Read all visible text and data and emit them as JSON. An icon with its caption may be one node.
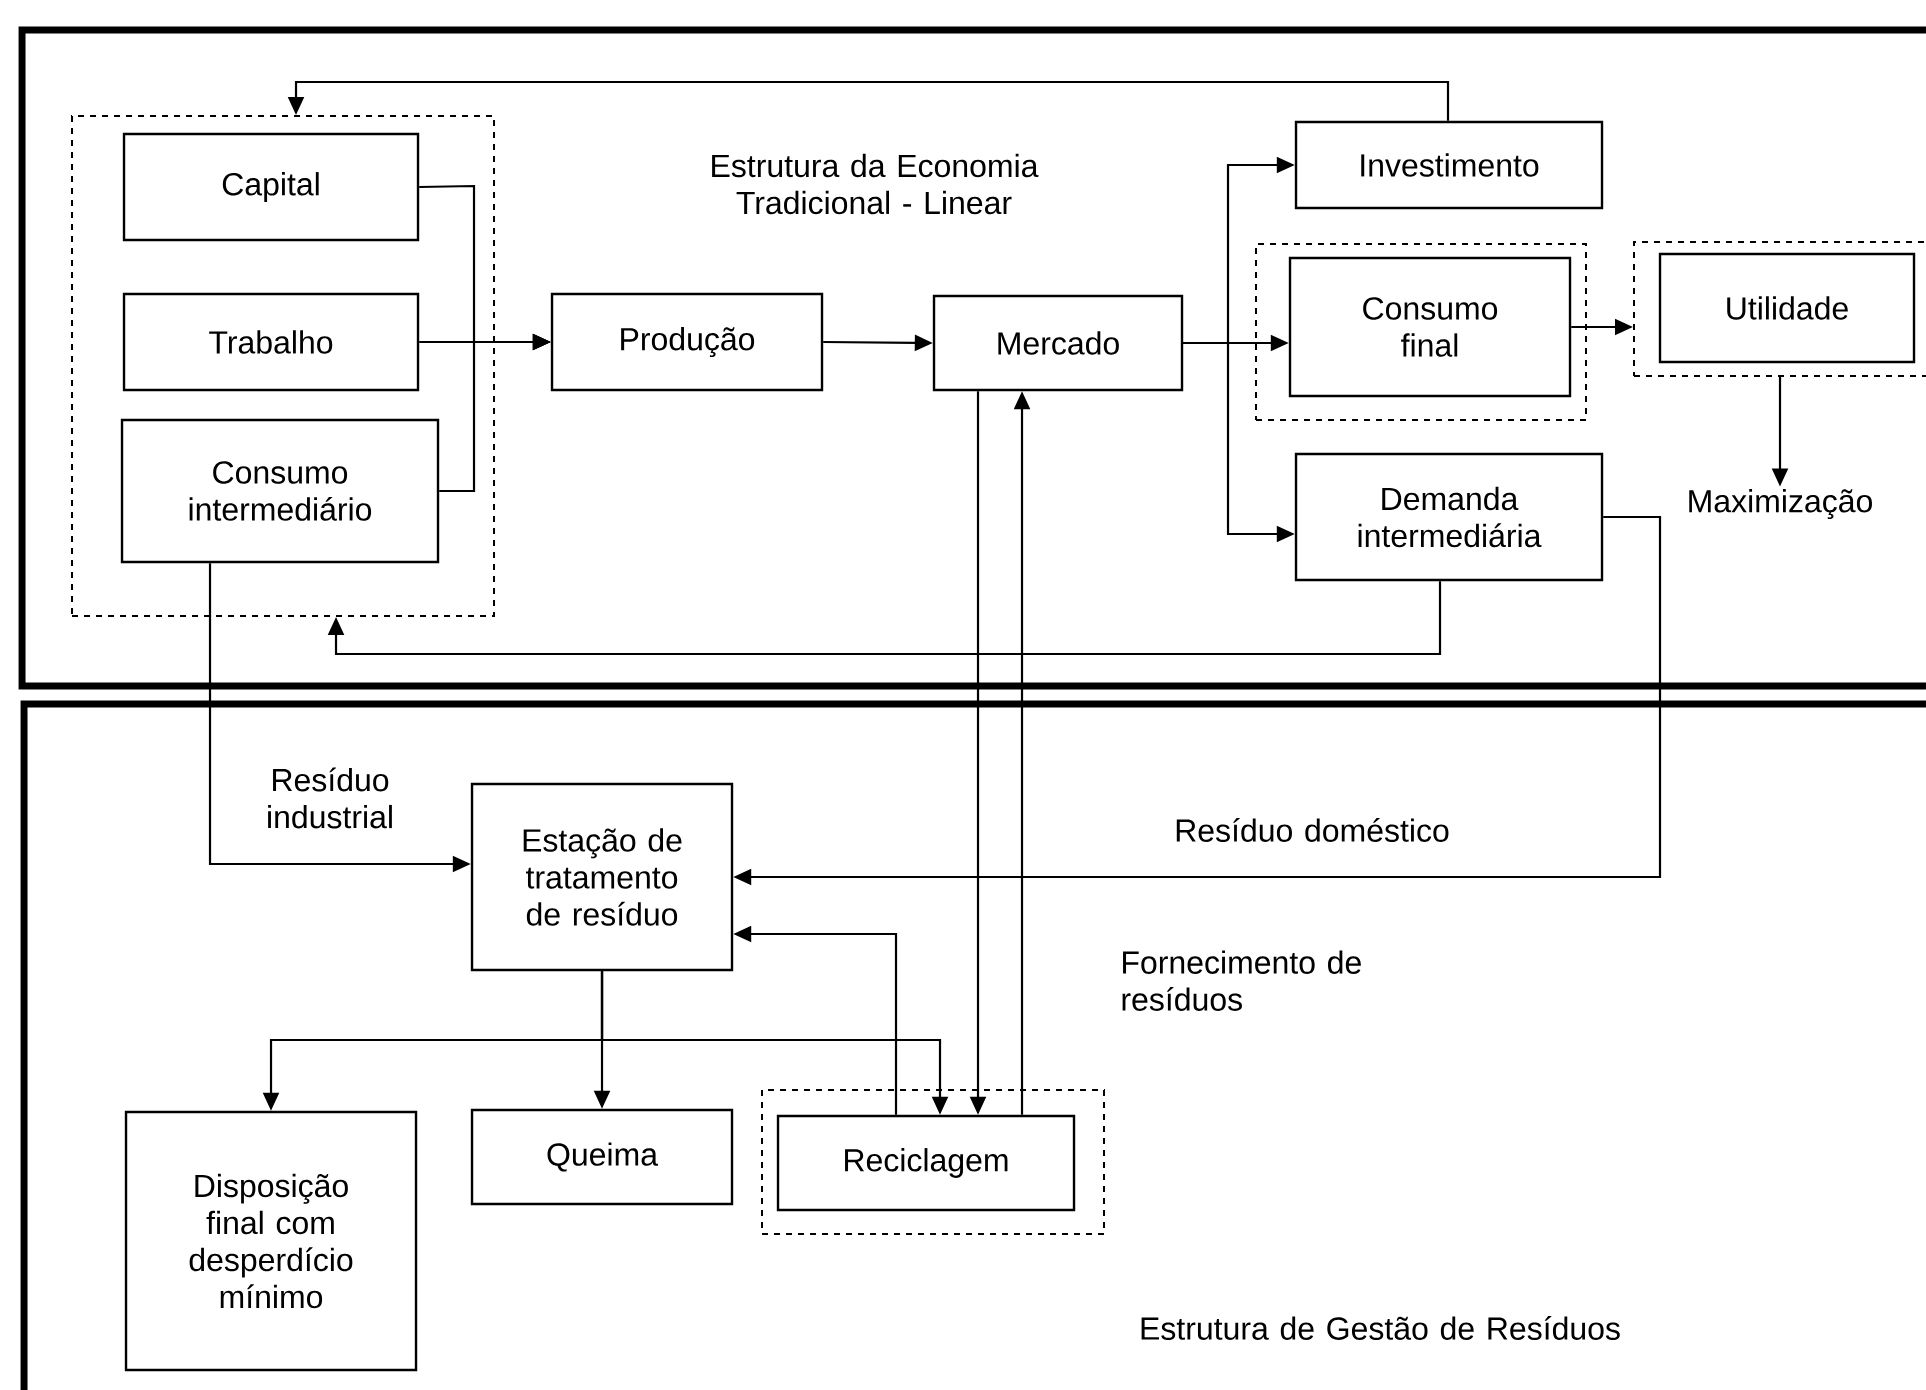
{
  "diagram": {
    "nodes": [
      {
        "text": [
          "Estrutura da Economia Tradicional - Linear"
        ]
      },
      {
        "text": [],
        "shape": "box",
        "in": 0
      },
      {
        "text": [
          "Capital"
        ],
        "in": 1
      },
      {
        "text": [
          "Trabalho"
        ],
        "in": 1
      },
      {
        "text": [
          "Consumo intermediário"
        ],
        "in": 1
      },
      {
        "text": [
          "Produção"
        ],
        "in": 0
      },
      {
        "text": [
          "Mercado"
        ],
        "in": 0
      },
      {
        "text": [
          "Investimento"
        ],
        "in": 0
      },
      {
        "text": [],
        "shape": "box",
        "in": 0
      },
      {
        "text": [
          "Consumo final"
        ],
        "in": 8
      },
      {
        "text": [],
        "shape": "box",
        "in": 0
      },
      {
        "text": [
          "Utilidade"
        ],
        "in": 10
      },
      {
        "text": [
          "Maximização"
        ],
        "in": 0
      },
      {
        "text": [
          "Demanda intermediária"
        ],
        "in": 0
      },
      {
        "text": [
          "Estrutura de Gestão de Resíduos"
        ]
      },
      {
        "text": [
          "Estação de tratamento de resíduo"
        ],
        "in": 14
      },
      {
        "text": [
          "Disposição final com desperdício mínimo"
        ],
        "in": 14
      },
      {
        "text": [
          "Queima"
        ],
        "in": 14
      },
      {
        "text": [],
        "shape": "box",
        "in": 14
      },
      {
        "text": [
          "Reciclagem"
        ],
        "in": 18
      }
    ],
    "edges": [
      {
        "from": 2,
        "to": 5,
        "arrow": "to"
      },
      {
        "from": 3,
        "to": 5,
        "arrow": "to"
      },
      {
        "from": 4,
        "to": 5,
        "arrow": "to"
      },
      {
        "from": 7,
        "to": 1,
        "arrow": "to"
      },
      {
        "from": 13,
        "to": 1,
        "arrow": "to"
      },
      {
        "from": 5,
        "to": 6,
        "arrow": "to"
      },
      {
        "from": 6,
        "to": 7,
        "arrow": "to"
      },
      {
        "from": 6,
        "to": 9,
        "arrow": "to"
      },
      {
        "from": 6,
        "to": 13,
        "arrow": "to"
      },
      {
        "from": 9,
        "to": 10,
        "arrow": "to"
      },
      {
        "from": 10,
        "to": 12,
        "arrow": "to"
      },
      {
        "from": 4,
        "to": 15,
        "arrow": "to",
        "label": "Resíduo industrial"
      },
      {
        "from": 13,
        "to": 15,
        "arrow": "to",
        "label": "Resíduo doméstico"
      },
      {
        "from": 6,
        "to": 19,
        "arrow": "to"
      },
      {
        "from": 19,
        "to": 6,
        "arrow": "to"
      },
      {
        "from": 19,
        "to": 15,
        "arrow": "to"
      },
      {
        "from": 15,
        "to": 16,
        "arrow": "to"
      },
      {
        "from": 15,
        "to": 17,
        "arrow": "to"
      },
      {
        "from": 15,
        "to": 19,
        "arrow": "to"
      }
    ],
    "labels": [
      "Fornecimento de resíduos"
    ]
  }
}
